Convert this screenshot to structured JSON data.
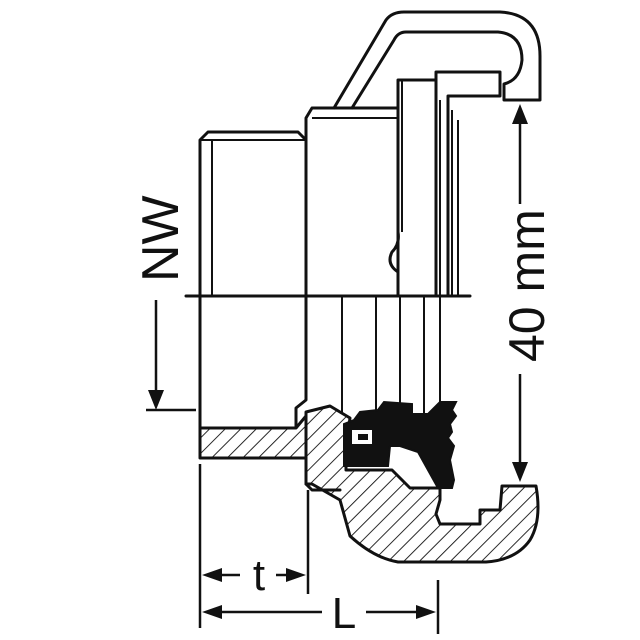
{
  "labels": {
    "nominal_width": "NW",
    "dimension_40": "40 mm",
    "thread_length": "t",
    "total_length": "L"
  }
}
